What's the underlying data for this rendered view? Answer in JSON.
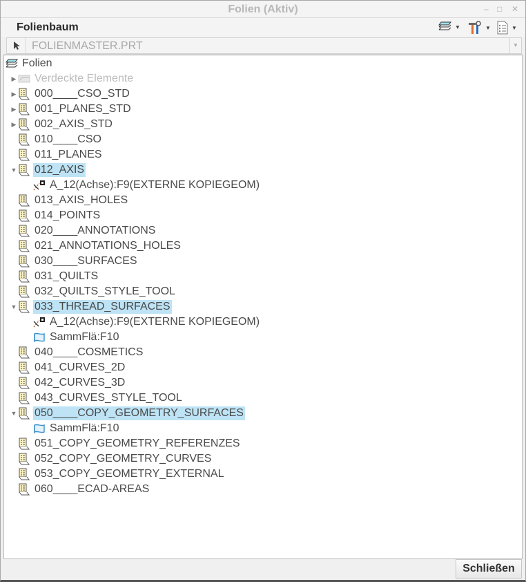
{
  "window": {
    "title": "Folien (Aktiv)",
    "controls": {
      "minimize": "–",
      "maximize": "□",
      "close": "✕"
    }
  },
  "header": {
    "title": "Folienbaum",
    "toolbar": [
      {
        "icon": "layers-icon",
        "dropdown": "▼"
      },
      {
        "icon": "tools-icon",
        "dropdown": "▼"
      },
      {
        "icon": "list-settings-icon",
        "dropdown": "▼"
      }
    ]
  },
  "model_selector": {
    "value": "FOLIENMASTER.PRT",
    "arrow": "▼"
  },
  "tree": {
    "root": {
      "label": "Folien",
      "icon": "layers-icon"
    },
    "items": [
      {
        "label": "Verdeckte Elemente",
        "level": 1,
        "expander": "▶",
        "icon": "hidden-layer-icon",
        "dim": true
      },
      {
        "label": "000____CSO_STD",
        "level": 1,
        "expander": "▶",
        "icon": "layer-icon"
      },
      {
        "label": "001_PLANES_STD",
        "level": 1,
        "expander": "▶",
        "icon": "layer-icon"
      },
      {
        "label": "002_AXIS_STD",
        "level": 1,
        "expander": "▶",
        "icon": "layer-icon"
      },
      {
        "label": "010____CSO",
        "level": 1,
        "expander": "",
        "icon": "layer-icon"
      },
      {
        "label": "011_PLANES",
        "level": 1,
        "expander": "",
        "icon": "layer-icon"
      },
      {
        "label": "012_AXIS",
        "level": 1,
        "expander": "▼",
        "icon": "layer-icon",
        "selected": true
      },
      {
        "label": "A_12(Achse):F9(EXTERNE KOPIEGEOM)",
        "level": 2,
        "icon": "axis-feature-icon"
      },
      {
        "label": "013_AXIS_HOLES",
        "level": 1,
        "expander": "",
        "icon": "layer-icon"
      },
      {
        "label": "014_POINTS",
        "level": 1,
        "expander": "",
        "icon": "layer-icon"
      },
      {
        "label": "020____ANNOTATIONS",
        "level": 1,
        "expander": "",
        "icon": "layer-icon"
      },
      {
        "label": "021_ANNOTATIONS_HOLES",
        "level": 1,
        "expander": "",
        "icon": "layer-icon"
      },
      {
        "label": "030____SURFACES",
        "level": 1,
        "expander": "",
        "icon": "layer-icon"
      },
      {
        "label": "031_QUILTS",
        "level": 1,
        "expander": "",
        "icon": "layer-icon"
      },
      {
        "label": "032_QUILTS_STYLE_TOOL",
        "level": 1,
        "expander": "",
        "icon": "layer-icon"
      },
      {
        "label": "033_THREAD_SURFACES",
        "level": 1,
        "expander": "▼",
        "icon": "layer-icon",
        "selected": true
      },
      {
        "label": "A_12(Achse):F9(EXTERNE KOPIEGEOM)",
        "level": 2,
        "icon": "axis-feature-icon"
      },
      {
        "label": "SammFlä:F10",
        "level": 2,
        "icon": "quilt-surface-icon"
      },
      {
        "label": "040____COSMETICS",
        "level": 1,
        "expander": "",
        "icon": "layer-icon"
      },
      {
        "label": "041_CURVES_2D",
        "level": 1,
        "expander": "",
        "icon": "layer-icon"
      },
      {
        "label": "042_CURVES_3D",
        "level": 1,
        "expander": "",
        "icon": "layer-icon"
      },
      {
        "label": "043_CURVES_STYLE_TOOL",
        "level": 1,
        "expander": "",
        "icon": "layer-icon"
      },
      {
        "label": "050____COPY_GEOMETRY_SURFACES",
        "level": 1,
        "expander": "▼",
        "icon": "layer-icon",
        "selected": true
      },
      {
        "label": "SammFlä:F10",
        "level": 2,
        "icon": "quilt-surface-icon"
      },
      {
        "label": "051_COPY_GEOMETRY_REFERENZES",
        "level": 1,
        "expander": "",
        "icon": "layer-icon"
      },
      {
        "label": "052_COPY_GEOMETRY_CURVES",
        "level": 1,
        "expander": "",
        "icon": "layer-icon"
      },
      {
        "label": "053_COPY_GEOMETRY_EXTERNAL",
        "level": 1,
        "expander": "",
        "icon": "layer-icon"
      },
      {
        "label": "060____ECAD-AREAS",
        "level": 1,
        "expander": "",
        "icon": "layer-icon"
      }
    ]
  },
  "footer": {
    "close_label": "Schließen"
  },
  "colors": {
    "selection": "#bde3f5",
    "accent_icon": "#3a8fc8"
  }
}
